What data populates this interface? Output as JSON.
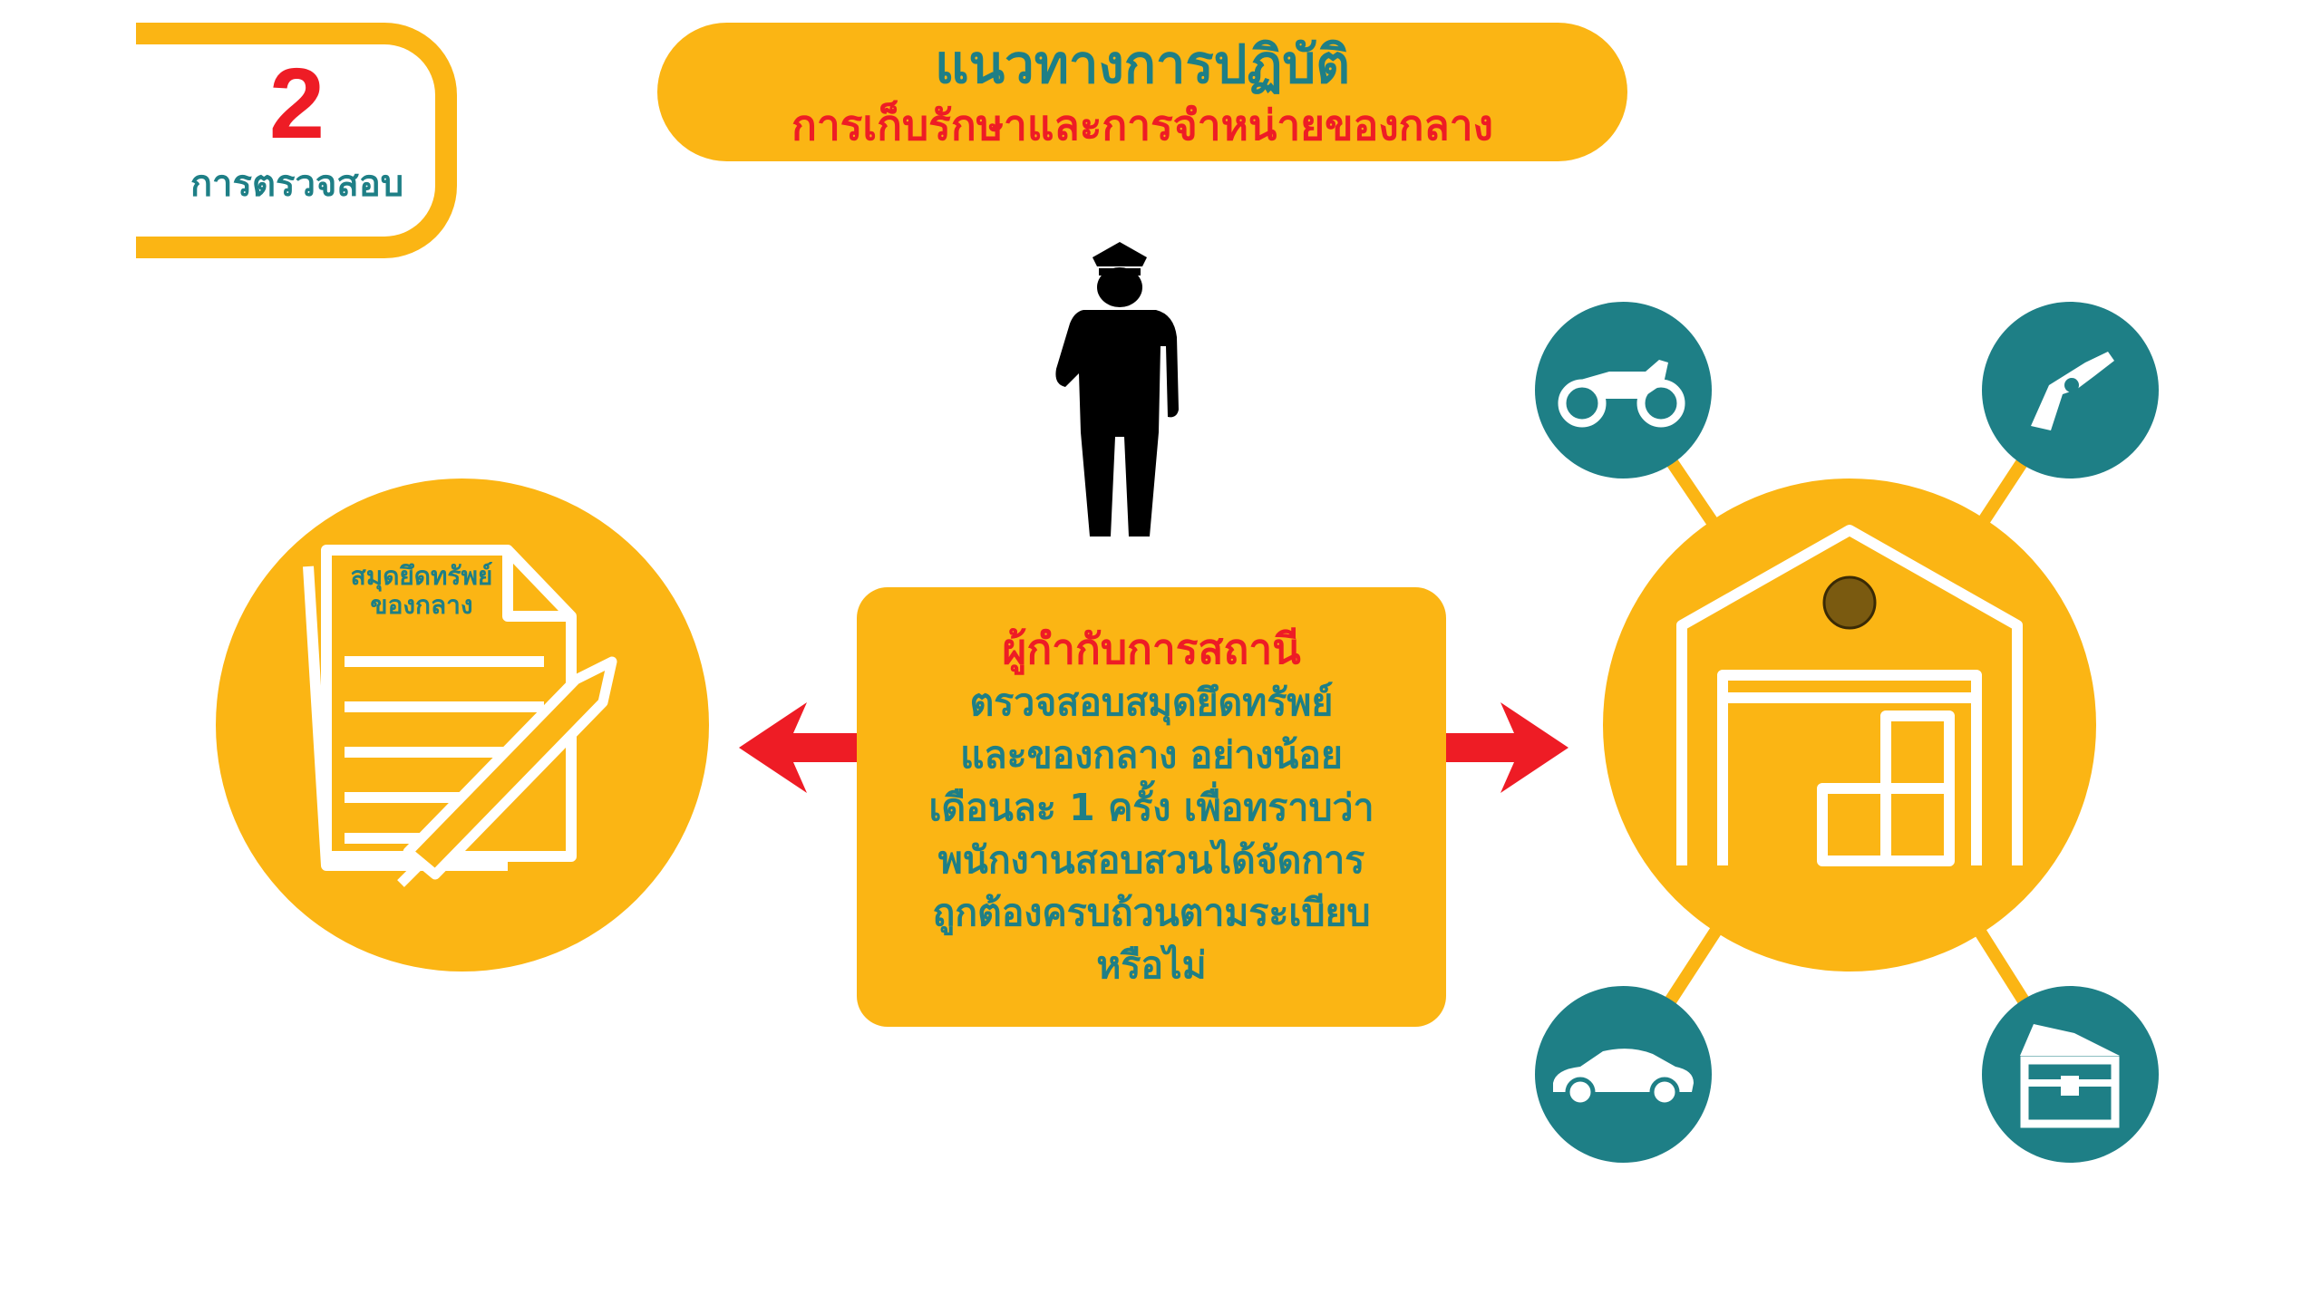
{
  "badge": {
    "number": "2",
    "label": "การตรวจสอบ"
  },
  "header": {
    "title": "แนวทางการปฏิบัติ",
    "subtitle": "การเก็บรักษาและการจำหน่ายของกลาง"
  },
  "notebook": {
    "label_line1": "สมุดยึดทรัพย์",
    "label_line2": "ของกลาง"
  },
  "center": {
    "title": "ผู้กำกับการสถานี",
    "lines": [
      "ตรวจสอบสมุดยึดทรัพย์",
      "และของกลาง อย่างน้อย",
      "เดือนละ 1 ครั้ง เพื่อทราบว่า",
      "พนักงานสอบสวนได้จัดการ",
      "ถูกต้องครบถ้วนตามระเบียบ",
      "หรือไม่"
    ]
  },
  "icons": [
    "police-officer-icon",
    "notebook-pen-icon",
    "warehouse-icon",
    "motorcycle-icon",
    "gun-icon",
    "car-icon",
    "treasure-chest-icon",
    "arrow-left-icon",
    "arrow-right-icon"
  ],
  "colors": {
    "orange": "#FBB514",
    "teal": "#1E7F86",
    "red": "#EE1C25"
  }
}
